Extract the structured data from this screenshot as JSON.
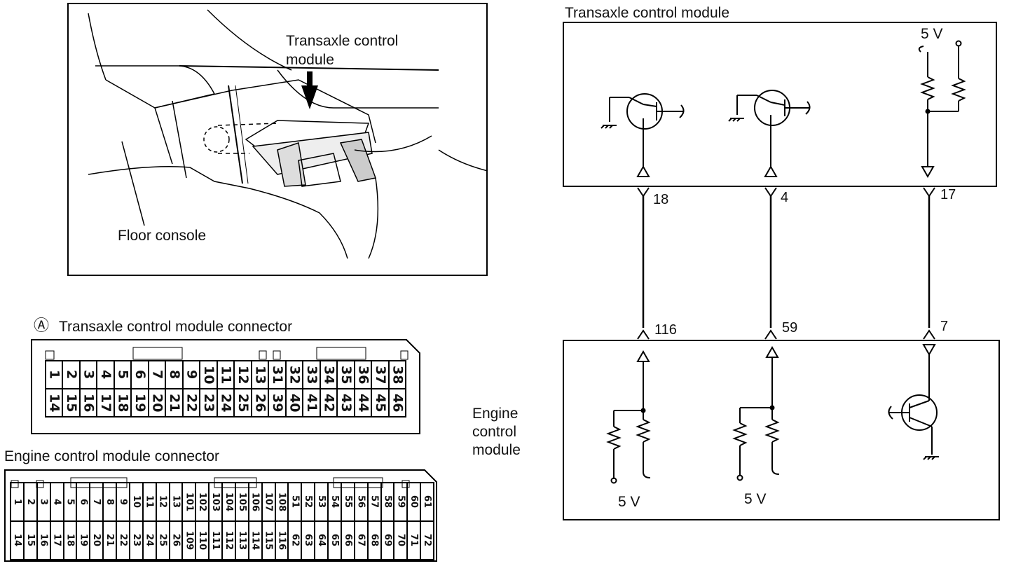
{
  "illustration": {
    "tcm_callout_line1": "Transaxle control",
    "tcm_callout_line2": "module",
    "floor_console": "Floor console"
  },
  "connector_a": {
    "marker": "Ⓐ",
    "title": "Transaxle control module connector",
    "top_row": [
      "1",
      "2",
      "3",
      "4",
      "5",
      "6",
      "7",
      "8",
      "9",
      "10",
      "11",
      "12",
      "13",
      "31",
      "32",
      "33",
      "34",
      "35",
      "36",
      "37",
      "38"
    ],
    "bottom_row": [
      "14",
      "15",
      "16",
      "17",
      "18",
      "19",
      "20",
      "21",
      "22",
      "23",
      "24",
      "25",
      "26",
      "39",
      "40",
      "41",
      "42",
      "43",
      "44",
      "45",
      "46"
    ]
  },
  "ecm_connector": {
    "title": "Engine control module connector",
    "top_row": [
      "1",
      "2",
      "3",
      "4",
      "5",
      "6",
      "7",
      "8",
      "9",
      "10",
      "11",
      "12",
      "13",
      "101",
      "102",
      "103",
      "104",
      "105",
      "106",
      "107",
      "108",
      "51",
      "52",
      "53",
      "54",
      "55",
      "56",
      "57",
      "58",
      "59",
      "60",
      "61"
    ],
    "bottom_row": [
      "14",
      "15",
      "16",
      "17",
      "18",
      "19",
      "20",
      "21",
      "22",
      "23",
      "24",
      "25",
      "26",
      "109",
      "110",
      "111",
      "112",
      "113",
      "114",
      "115",
      "116",
      "62",
      "63",
      "64",
      "65",
      "66",
      "67",
      "68",
      "69",
      "70",
      "71",
      "72"
    ]
  },
  "schematic": {
    "tcm_title": "Transaxle control module",
    "tcm_supply": "5 V",
    "ecm_title_line1": "Engine",
    "ecm_title_line2": "control",
    "ecm_title_line3": "module",
    "ecm_supply_1": "5 V",
    "ecm_supply_2": "5 V",
    "tcm_pins": [
      "18",
      "4",
      "17"
    ],
    "ecm_pins": [
      "116",
      "59",
      "7"
    ]
  }
}
